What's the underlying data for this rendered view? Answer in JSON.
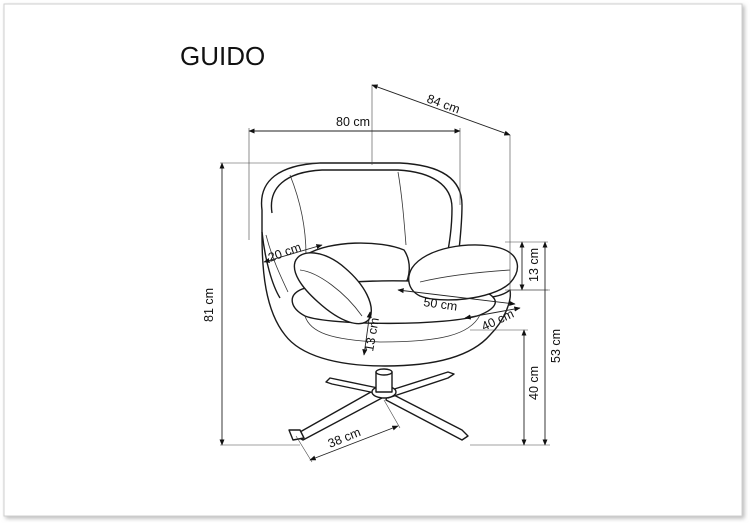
{
  "title": "GUIDO",
  "dimensions": {
    "depth": "84 cm",
    "width": "80 cm",
    "height": "81 cm",
    "backrest_pad": "20 cm",
    "armrest_height": "13 cm",
    "seat_width": "50 cm",
    "seat_depth": "40 cm",
    "arm_height_total": "53 cm",
    "seat_cushion": "13 cm",
    "seat_height": "40 cm",
    "base_leg": "38 cm"
  }
}
